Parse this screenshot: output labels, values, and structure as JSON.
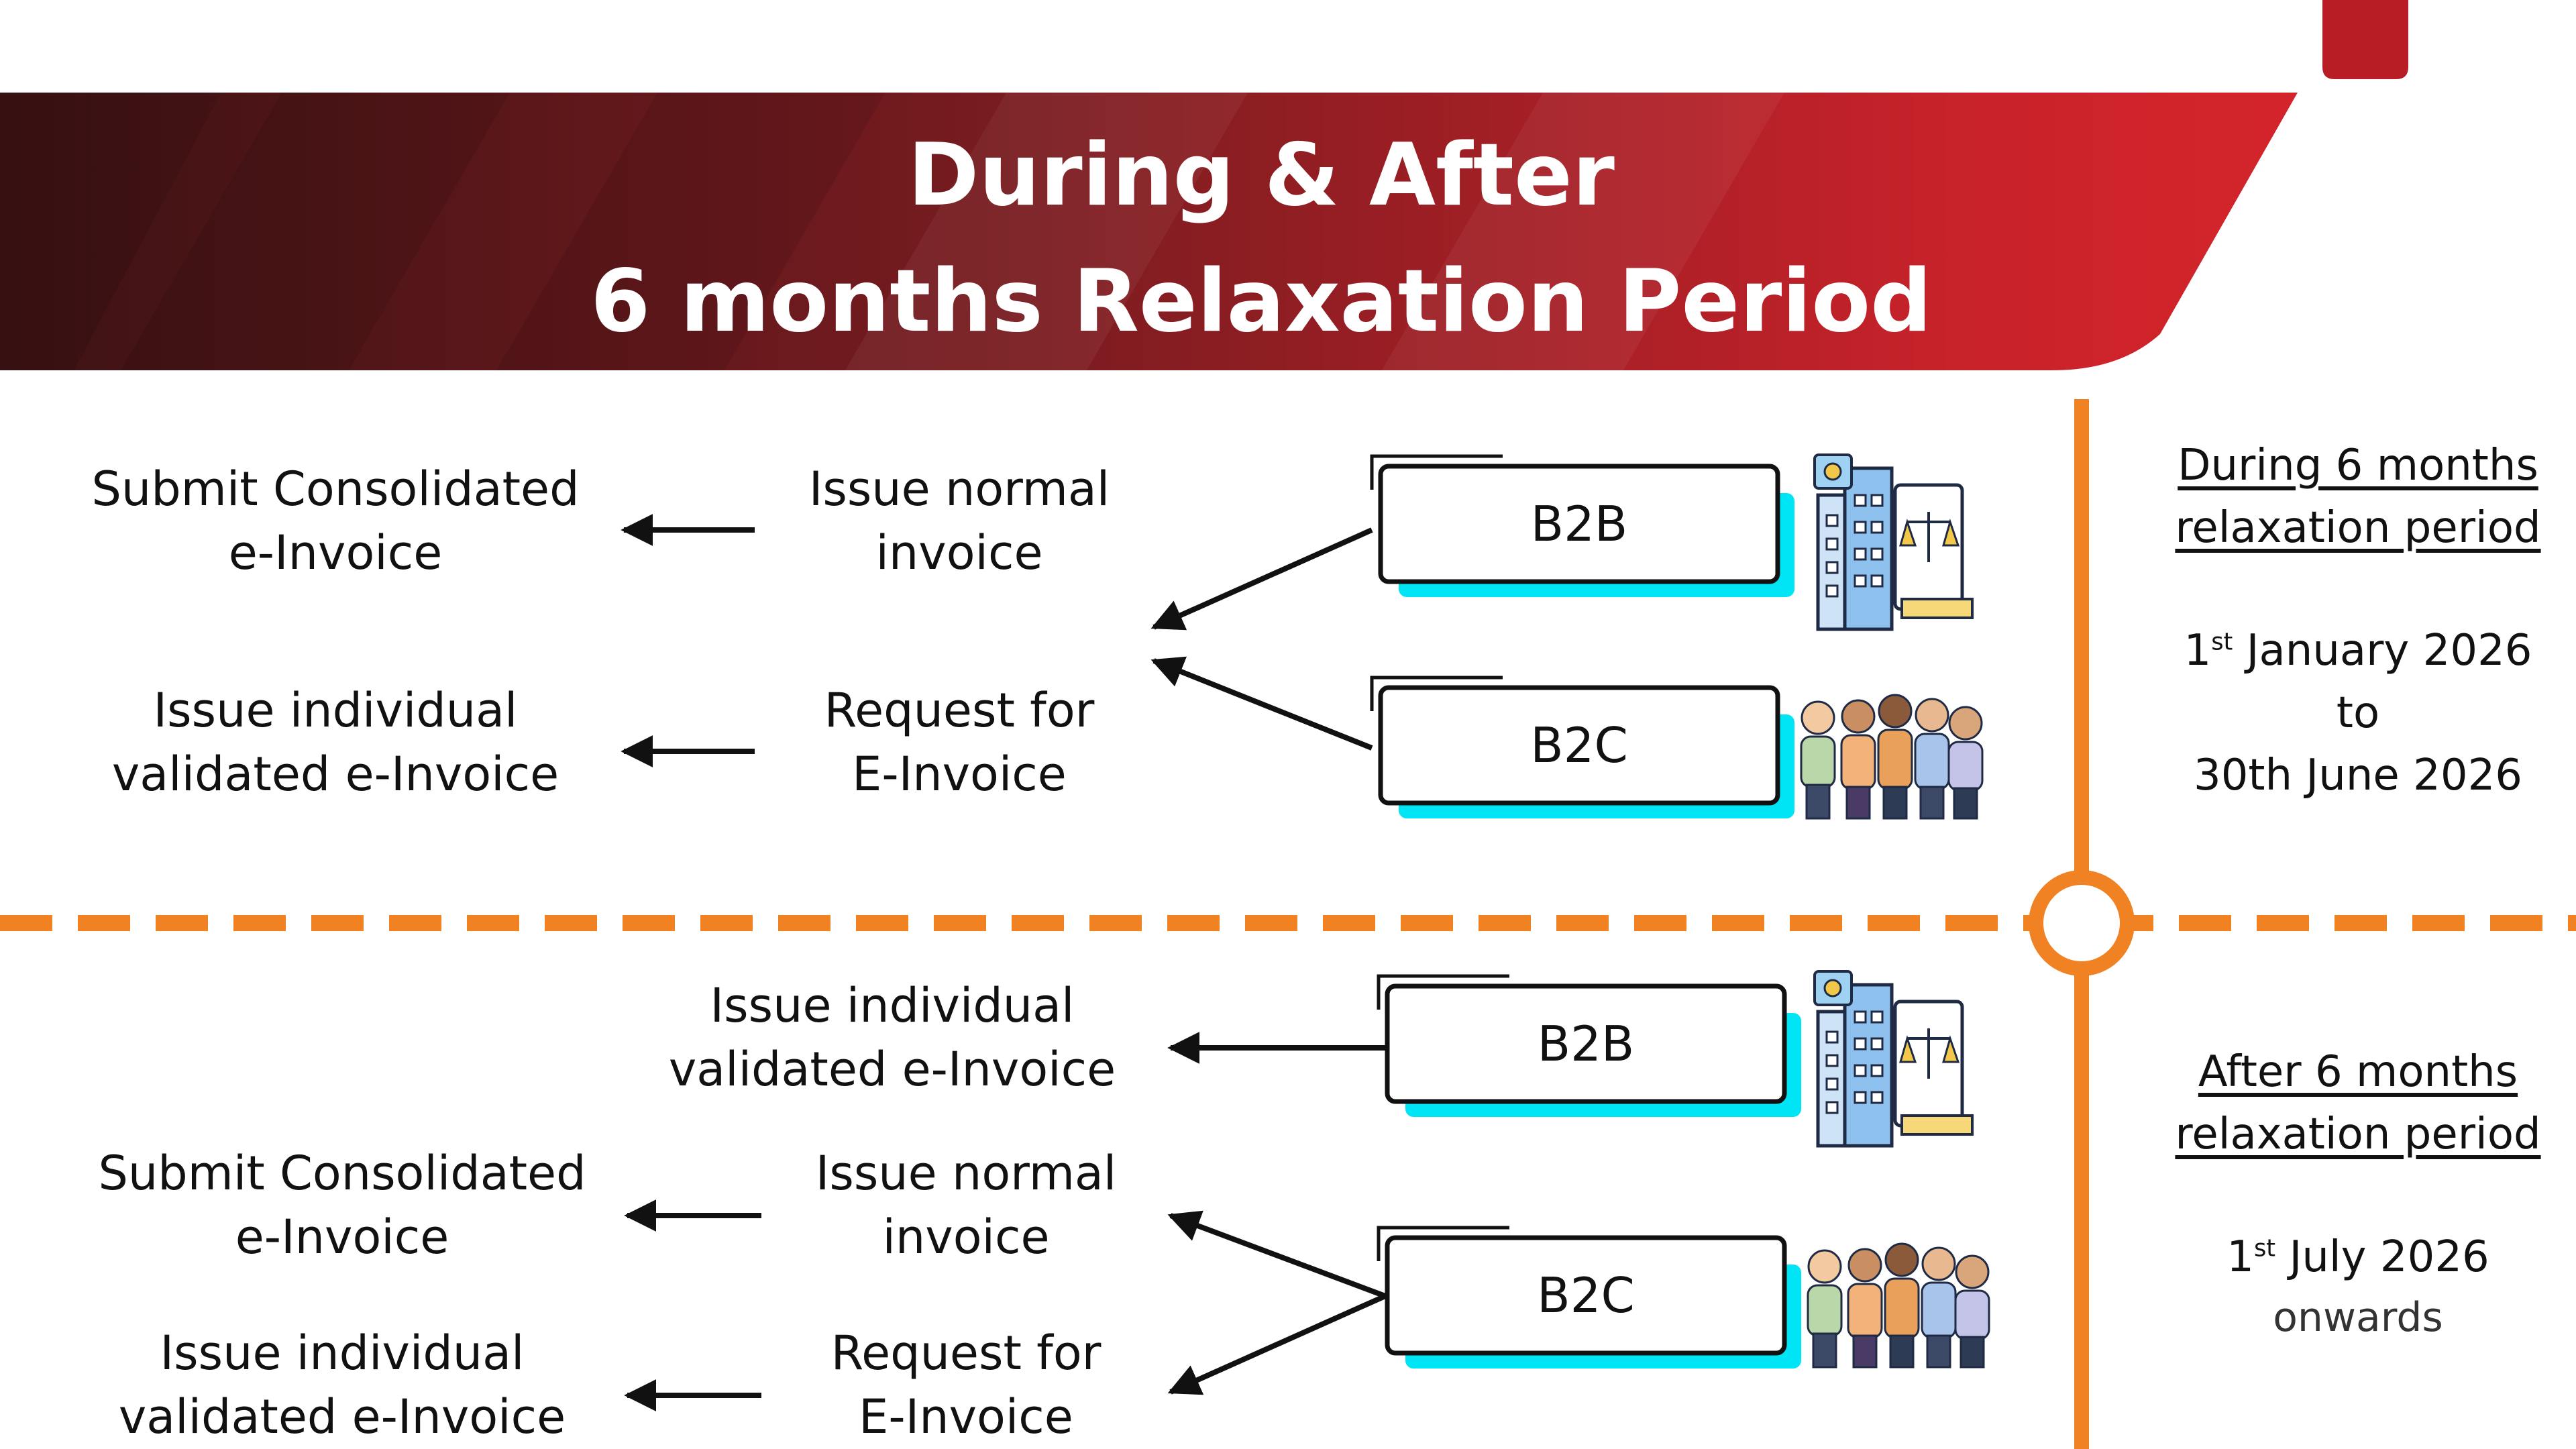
{
  "header": {
    "title_line1": "During & After",
    "title_line2": "6 months Relaxation Period",
    "accent_color": "#c8222a",
    "dark_color": "#3c1214"
  },
  "divider_color": "#f08223",
  "box_shadow_color": "#00e5f5",
  "during": {
    "left_top": [
      "Submit Consolidated",
      "e-Invoice"
    ],
    "left_bottom": [
      "Issue individual",
      "validated e-Invoice"
    ],
    "mid_top": [
      "Issue normal",
      "invoice"
    ],
    "mid_bottom": [
      "Request for",
      "E-Invoice"
    ],
    "box_b2b": "B2B",
    "box_b2c": "B2C",
    "period_title": [
      "During 6 months",
      "relaxation period"
    ],
    "date_start_num": "1",
    "date_start_sup": "st",
    "date_start_rest": " January 2026",
    "date_to": "to",
    "date_end": "30th June 2026"
  },
  "after": {
    "b2b_action": [
      "Issue individual",
      "validated e-Invoice"
    ],
    "left_top": [
      "Submit Consolidated",
      "e-Invoice"
    ],
    "left_bottom": [
      "Issue individual",
      "validated e-Invoice"
    ],
    "mid_top": [
      "Issue normal",
      "invoice"
    ],
    "mid_bottom": [
      "Request for",
      "E-Invoice"
    ],
    "box_b2b": "B2B",
    "box_b2c": "B2C",
    "period_title": [
      "After 6 months",
      "relaxation period"
    ],
    "date_start_num": "1",
    "date_start_sup": "st",
    "date_start_rest": " July 2026",
    "date_onwards": "onwards"
  },
  "icons": {
    "b2b": "office-building-legal-icon",
    "b2c": "group-of-people-icon",
    "corner": "red-corner-tab-icon"
  }
}
